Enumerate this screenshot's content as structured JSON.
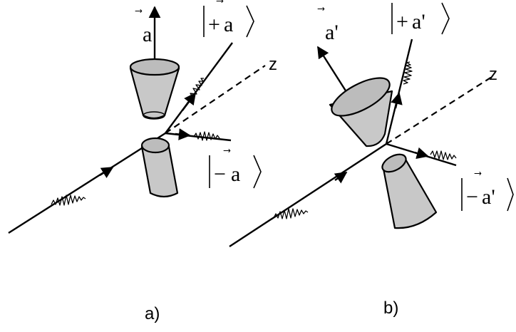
{
  "panel_a": {
    "caption": "a)",
    "axis_label": "a",
    "ket_plus_sign": "+",
    "ket_plus_vec": "a",
    "ket_minus_sign": "−",
    "ket_minus_vec": "a",
    "z_label": "z"
  },
  "panel_b": {
    "caption": "b)",
    "axis_label": "a'",
    "ket_plus_sign": "+",
    "ket_plus_vec": "a'",
    "ket_minus_sign": "−",
    "ket_minus_vec": "a'",
    "z_label": "z"
  }
}
